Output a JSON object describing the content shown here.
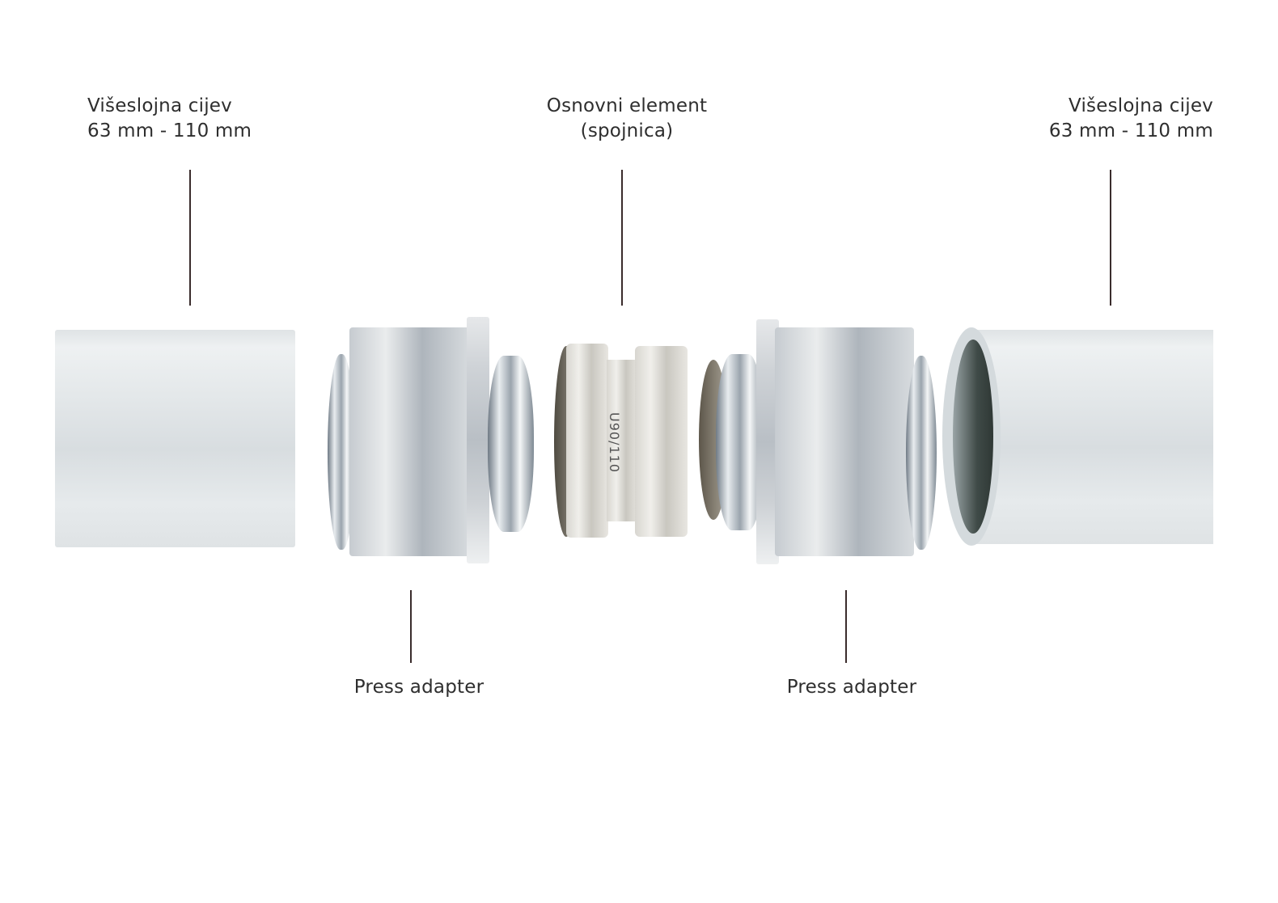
{
  "labels": {
    "pipe_left": {
      "line1": "Višeslojna cijev",
      "line2": "63 mm - 110 mm"
    },
    "coupling": {
      "line1": "Osnovni element",
      "line2": "(spojnica)"
    },
    "pipe_right": {
      "line1": "Višeslojna cijev",
      "line2": "63 mm - 110 mm"
    },
    "press_adapter_left": "Press adapter",
    "press_adapter_right": "Press adapter"
  },
  "engraving": "U90/110",
  "colors": {
    "text": "#2e2e2e",
    "leader_line": "#3a2c2c",
    "background": "#ffffff"
  }
}
